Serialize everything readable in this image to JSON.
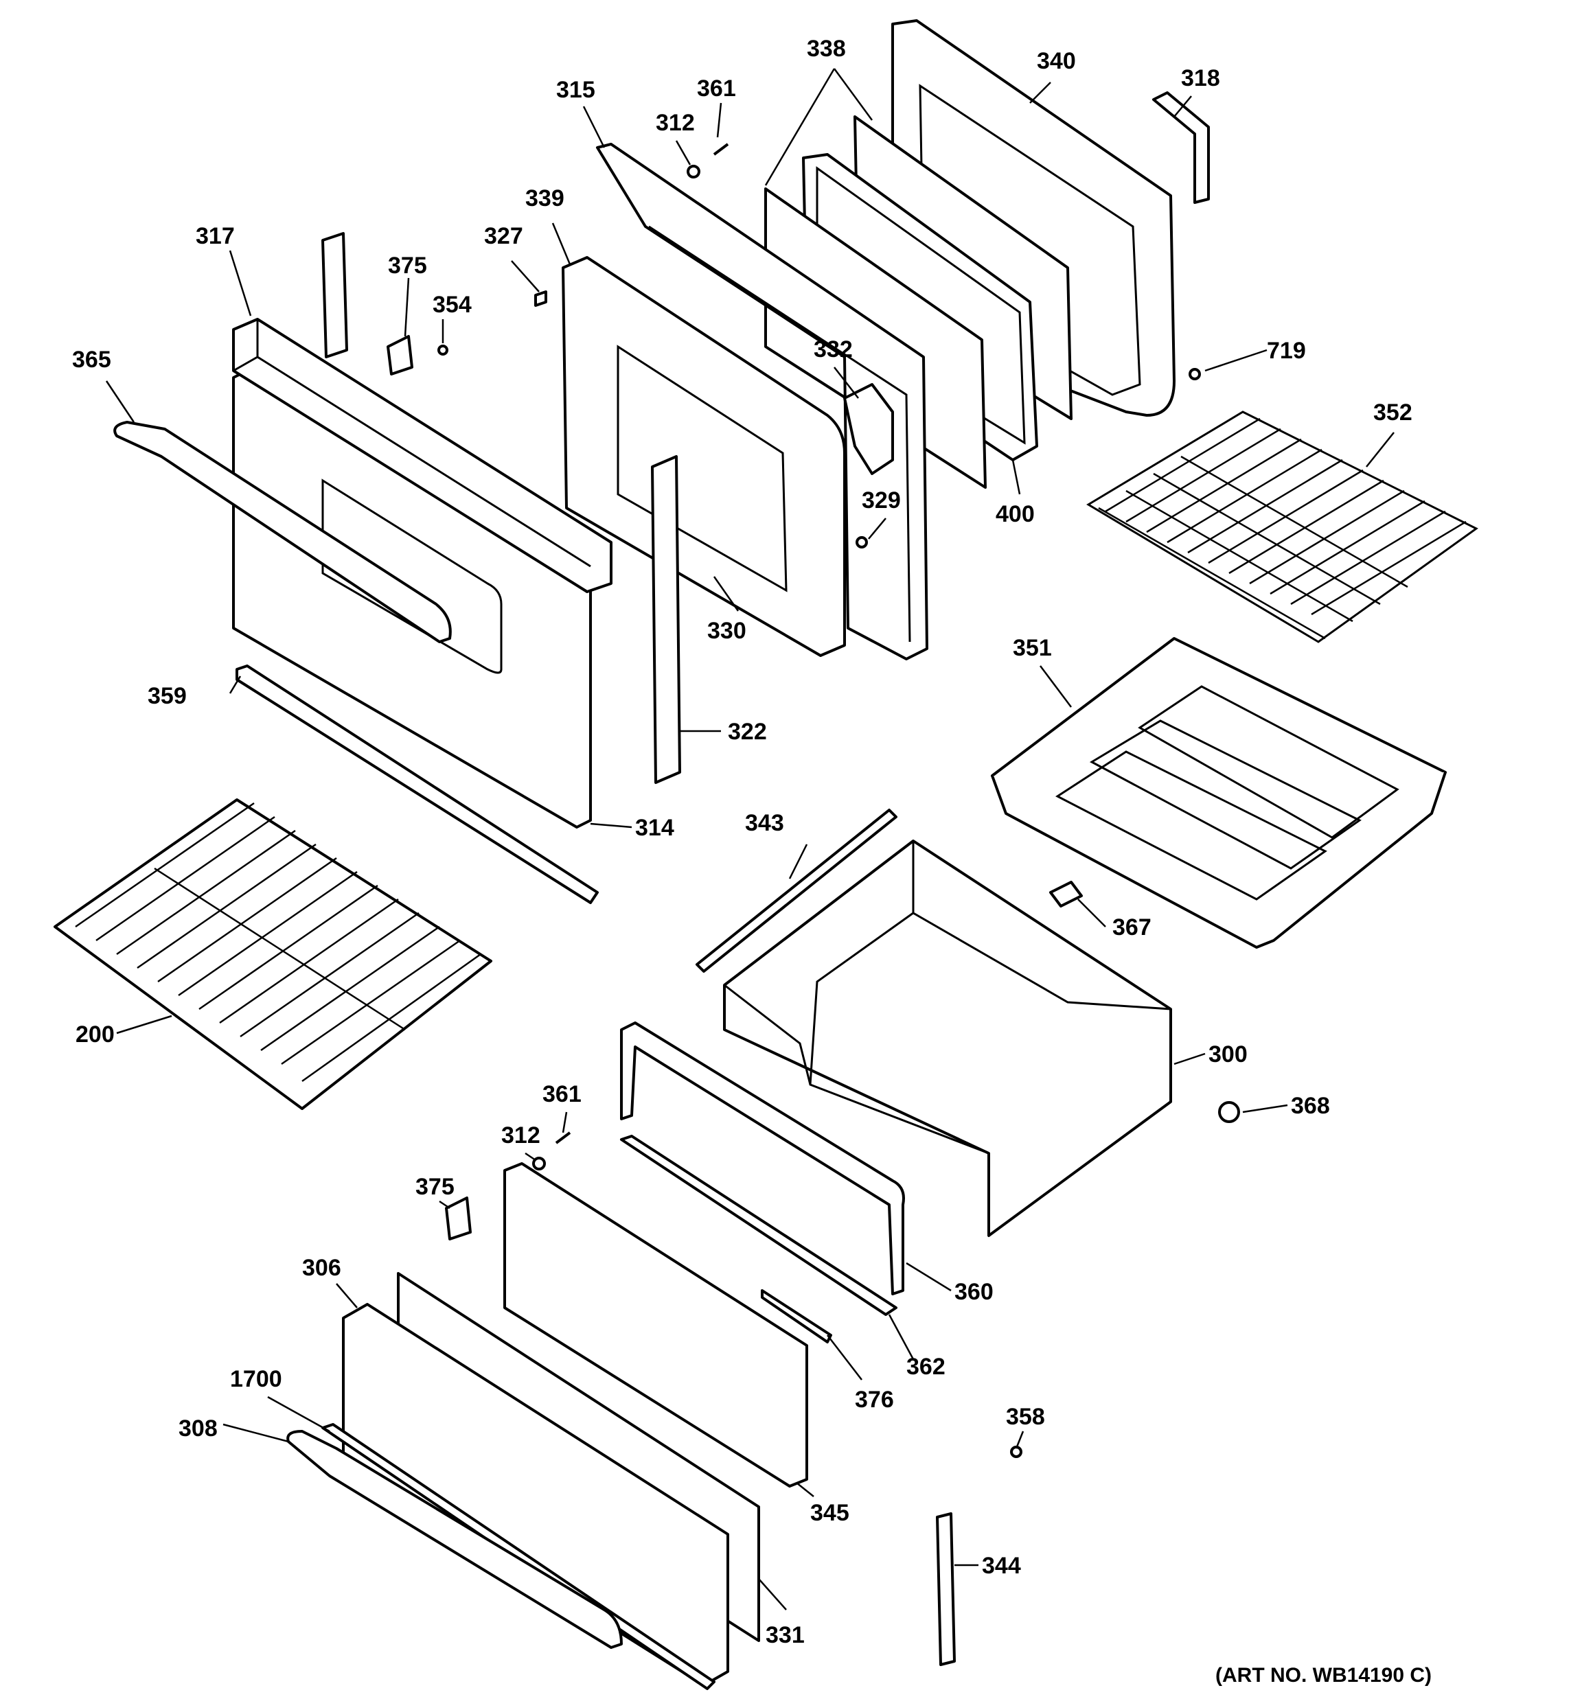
{
  "callouts": {
    "c338": "338",
    "c340": "340",
    "c318": "318",
    "c315": "315",
    "c361a": "361",
    "c312a": "312",
    "c339": "339",
    "c327": "327",
    "c317": "317",
    "c375a": "375",
    "c354": "354",
    "c365": "365",
    "c332": "332",
    "c719": "719",
    "c352": "352",
    "c329": "329",
    "c400": "400",
    "c330": "330",
    "c351": "351",
    "c359": "359",
    "c322": "322",
    "c343": "343",
    "c314": "314",
    "c367": "367",
    "c200": "200",
    "c300": "300",
    "c361b": "361",
    "c368": "368",
    "c312b": "312",
    "c375b": "375",
    "c360": "360",
    "c306": "306",
    "c362": "362",
    "c376": "376",
    "c1700": "1700",
    "c308": "308",
    "c358": "358",
    "c345": "345",
    "c344": "344",
    "c331": "331"
  },
  "art_number": "(ART NO. WB14190 C)"
}
